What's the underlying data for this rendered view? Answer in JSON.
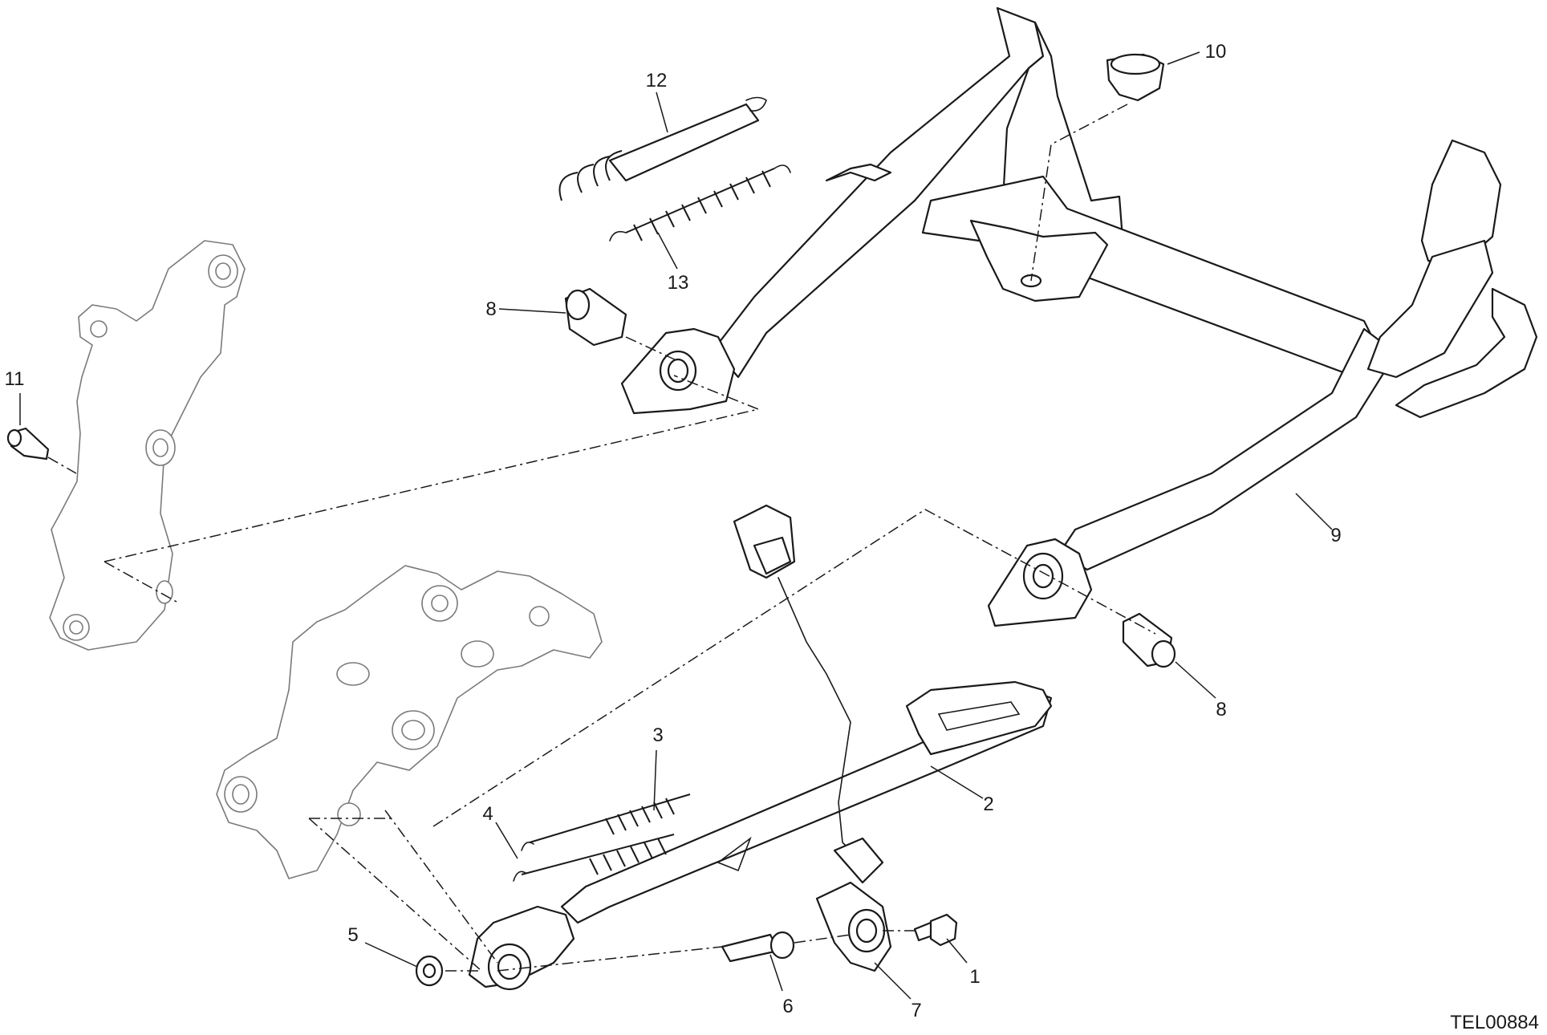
{
  "diagram": {
    "reference_code": "TEL00884",
    "callouts": [
      "1",
      "2",
      "3",
      "4",
      "5",
      "6",
      "7",
      "8",
      "8",
      "9",
      "10",
      "11",
      "12",
      "13"
    ]
  }
}
